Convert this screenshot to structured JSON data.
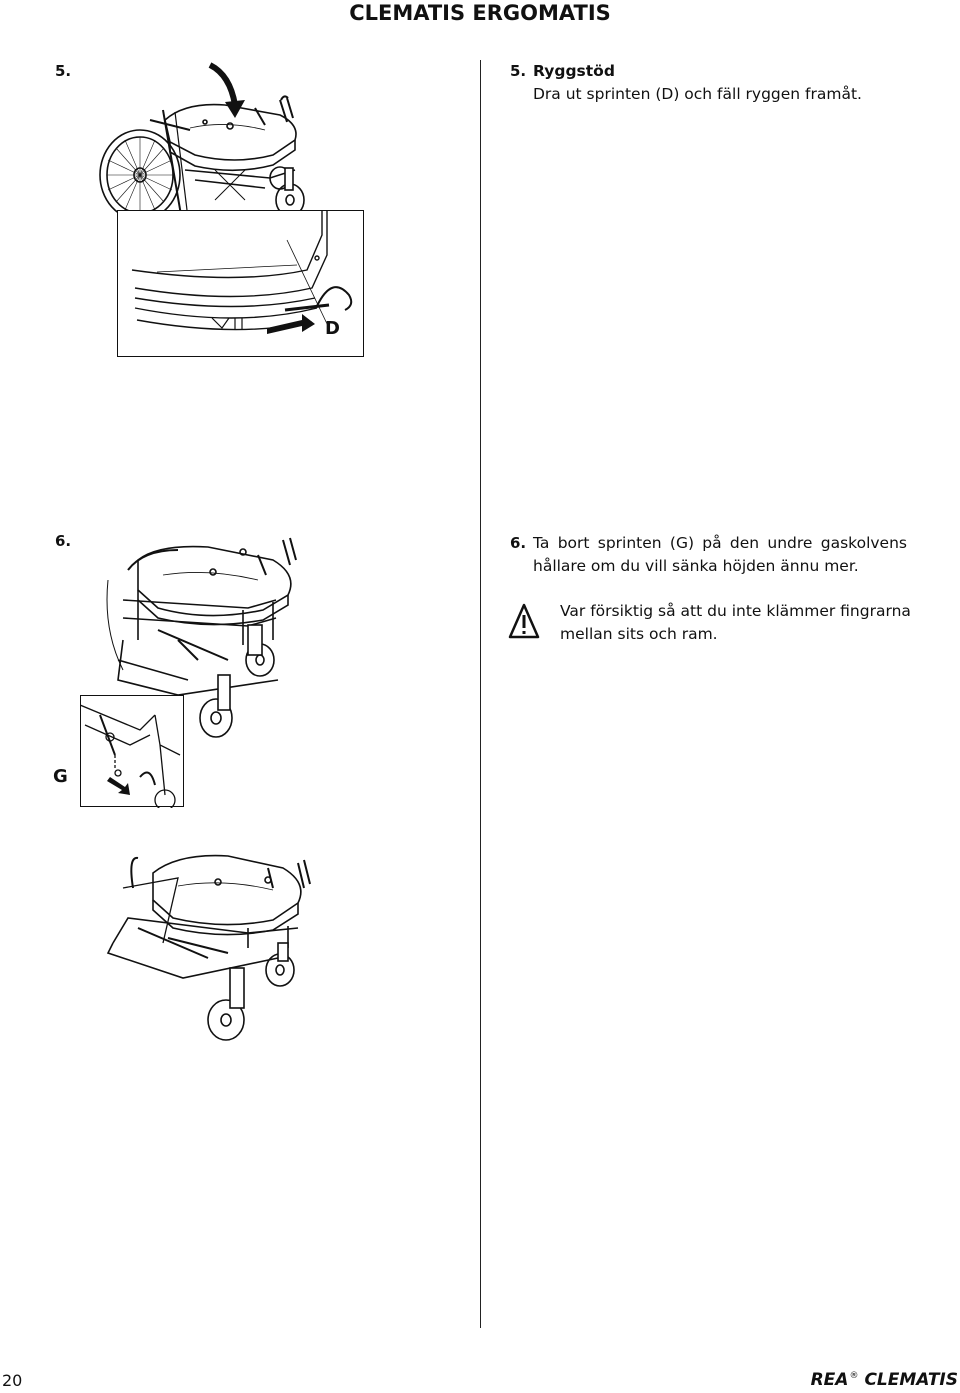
{
  "header": {
    "title": "CLEMATIS ERGOMATIS"
  },
  "step5": {
    "left_number": "5.",
    "right_number": "5.",
    "heading": "Ryggstöd",
    "instruction": "Dra ut sprinten (D) och fäll ryggen framåt.",
    "callout_label": "D"
  },
  "step6": {
    "left_number": "6.",
    "right_number": "6.",
    "instruction": "Ta bort sprinten (G) på den undre gaskolvens hållare om du vill sänka höjden ännu mer.",
    "warning": "Var försiktig så att du inte klämmer fingrarna mellan sits och ram.",
    "callout_label": "G"
  },
  "footer": {
    "page_number": "20",
    "brand_rea": "REA",
    "registered": "®",
    "brand_product": "CLEMATIS"
  }
}
